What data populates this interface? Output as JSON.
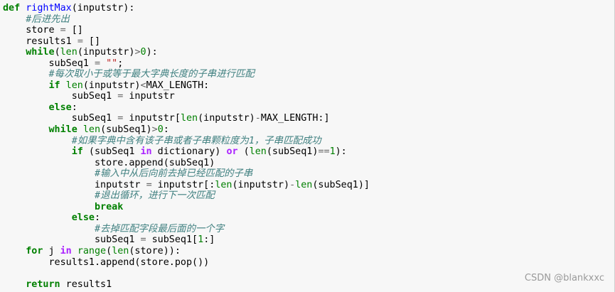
{
  "lines": [
    {
      "indent": "",
      "tokens": [
        {
          "t": "def",
          "c": "kw"
        },
        {
          "t": " ",
          "c": "tx"
        },
        {
          "t": "rightMax",
          "c": "fn"
        },
        {
          "t": "(inputstr):",
          "c": "tx"
        }
      ]
    },
    {
      "indent": "    ",
      "tokens": [
        {
          "t": "#后进先出",
          "c": "cm"
        }
      ]
    },
    {
      "indent": "    ",
      "tokens": [
        {
          "t": "store ",
          "c": "tx"
        },
        {
          "t": "=",
          "c": "op"
        },
        {
          "t": " []",
          "c": "tx"
        }
      ]
    },
    {
      "indent": "    ",
      "tokens": [
        {
          "t": "results1 ",
          "c": "tx"
        },
        {
          "t": "=",
          "c": "op"
        },
        {
          "t": " []",
          "c": "tx"
        }
      ]
    },
    {
      "indent": "    ",
      "tokens": [
        {
          "t": "while",
          "c": "kw"
        },
        {
          "t": "(",
          "c": "tx"
        },
        {
          "t": "len",
          "c": "bi"
        },
        {
          "t": "(inputstr)",
          "c": "tx"
        },
        {
          "t": ">",
          "c": "op"
        },
        {
          "t": "0",
          "c": "num"
        },
        {
          "t": "):",
          "c": "tx"
        }
      ]
    },
    {
      "indent": "        ",
      "tokens": [
        {
          "t": "subSeq1 ",
          "c": "tx"
        },
        {
          "t": "=",
          "c": "op"
        },
        {
          "t": " ",
          "c": "tx"
        },
        {
          "t": "\"\"",
          "c": "str"
        },
        {
          "t": ";",
          "c": "tx"
        }
      ]
    },
    {
      "indent": "        ",
      "tokens": [
        {
          "t": "#每次取小于或等于最大字典长度的子串进行匹配",
          "c": "cm"
        }
      ]
    },
    {
      "indent": "        ",
      "tokens": [
        {
          "t": "if",
          "c": "kw"
        },
        {
          "t": " ",
          "c": "tx"
        },
        {
          "t": "len",
          "c": "bi"
        },
        {
          "t": "(inputstr)",
          "c": "tx"
        },
        {
          "t": "<",
          "c": "op"
        },
        {
          "t": "MAX_LENGTH:",
          "c": "tx"
        }
      ]
    },
    {
      "indent": "            ",
      "tokens": [
        {
          "t": "subSeq1 ",
          "c": "tx"
        },
        {
          "t": "=",
          "c": "op"
        },
        {
          "t": " inputstr",
          "c": "tx"
        }
      ]
    },
    {
      "indent": "        ",
      "tokens": [
        {
          "t": "else",
          "c": "kw"
        },
        {
          "t": ":",
          "c": "tx"
        }
      ]
    },
    {
      "indent": "            ",
      "tokens": [
        {
          "t": "subSeq1 ",
          "c": "tx"
        },
        {
          "t": "=",
          "c": "op"
        },
        {
          "t": " inputstr[",
          "c": "tx"
        },
        {
          "t": "len",
          "c": "bi"
        },
        {
          "t": "(inputstr)",
          "c": "tx"
        },
        {
          "t": "-",
          "c": "op"
        },
        {
          "t": "MAX_LENGTH:]",
          "c": "tx"
        }
      ]
    },
    {
      "indent": "        ",
      "tokens": [
        {
          "t": "while",
          "c": "kw"
        },
        {
          "t": " ",
          "c": "tx"
        },
        {
          "t": "len",
          "c": "bi"
        },
        {
          "t": "(subSeq1)",
          "c": "tx"
        },
        {
          "t": ">",
          "c": "op"
        },
        {
          "t": "0",
          "c": "num"
        },
        {
          "t": ":",
          "c": "tx"
        }
      ]
    },
    {
      "indent": "            ",
      "tokens": [
        {
          "t": "#如果字典中含有该子串或者子串颗粒度为1，子串匹配成功",
          "c": "cm"
        }
      ]
    },
    {
      "indent": "            ",
      "tokens": [
        {
          "t": "if",
          "c": "kw"
        },
        {
          "t": " (subSeq1 ",
          "c": "tx"
        },
        {
          "t": "in",
          "c": "kwop"
        },
        {
          "t": " dictionary) ",
          "c": "tx"
        },
        {
          "t": "or",
          "c": "kwop"
        },
        {
          "t": " (",
          "c": "tx"
        },
        {
          "t": "len",
          "c": "bi"
        },
        {
          "t": "(subSeq1)",
          "c": "tx"
        },
        {
          "t": "==",
          "c": "op"
        },
        {
          "t": "1",
          "c": "num"
        },
        {
          "t": "):",
          "c": "tx"
        }
      ]
    },
    {
      "indent": "                ",
      "tokens": [
        {
          "t": "store.append(subSeq1)",
          "c": "tx"
        }
      ]
    },
    {
      "indent": "                ",
      "tokens": [
        {
          "t": "#输入中从后向前去掉已经匹配的子串",
          "c": "cm"
        }
      ]
    },
    {
      "indent": "                ",
      "tokens": [
        {
          "t": "inputstr ",
          "c": "tx"
        },
        {
          "t": "=",
          "c": "op"
        },
        {
          "t": " inputstr[:",
          "c": "tx"
        },
        {
          "t": "len",
          "c": "bi"
        },
        {
          "t": "(inputstr)",
          "c": "tx"
        },
        {
          "t": "-",
          "c": "op"
        },
        {
          "t": "len",
          "c": "bi"
        },
        {
          "t": "(subSeq1)]",
          "c": "tx"
        }
      ]
    },
    {
      "indent": "                ",
      "tokens": [
        {
          "t": "#退出循环，进行下一次匹配",
          "c": "cm"
        }
      ]
    },
    {
      "indent": "                ",
      "tokens": [
        {
          "t": "break",
          "c": "kw"
        }
      ]
    },
    {
      "indent": "            ",
      "tokens": [
        {
          "t": "else",
          "c": "kw"
        },
        {
          "t": ":",
          "c": "tx"
        }
      ]
    },
    {
      "indent": "                ",
      "tokens": [
        {
          "t": "#去掉匹配字段最后面的一个字",
          "c": "cm"
        }
      ]
    },
    {
      "indent": "                ",
      "tokens": [
        {
          "t": "subSeq1 ",
          "c": "tx"
        },
        {
          "t": "=",
          "c": "op"
        },
        {
          "t": " subSeq1[",
          "c": "tx"
        },
        {
          "t": "1",
          "c": "num"
        },
        {
          "t": ":]",
          "c": "tx"
        }
      ]
    },
    {
      "indent": "    ",
      "tokens": [
        {
          "t": "for",
          "c": "kw"
        },
        {
          "t": " j ",
          "c": "tx"
        },
        {
          "t": "in",
          "c": "kwop"
        },
        {
          "t": " ",
          "c": "tx"
        },
        {
          "t": "range",
          "c": "bi"
        },
        {
          "t": "(",
          "c": "tx"
        },
        {
          "t": "len",
          "c": "bi"
        },
        {
          "t": "(store)):",
          "c": "tx"
        }
      ]
    },
    {
      "indent": "        ",
      "tokens": [
        {
          "t": "results1.append(store.pop())",
          "c": "tx"
        }
      ]
    },
    {
      "indent": "",
      "tokens": []
    },
    {
      "indent": "    ",
      "tokens": [
        {
          "t": "return",
          "c": "kw"
        },
        {
          "t": " results1",
          "c": "tx"
        }
      ]
    }
  ],
  "watermark": "CSDN @blankxxc",
  "colors": {
    "background": "#f7f7f7",
    "keyword": "#008000",
    "function_name": "#0000ff",
    "comment": "#408080",
    "string": "#ba2121"
  }
}
